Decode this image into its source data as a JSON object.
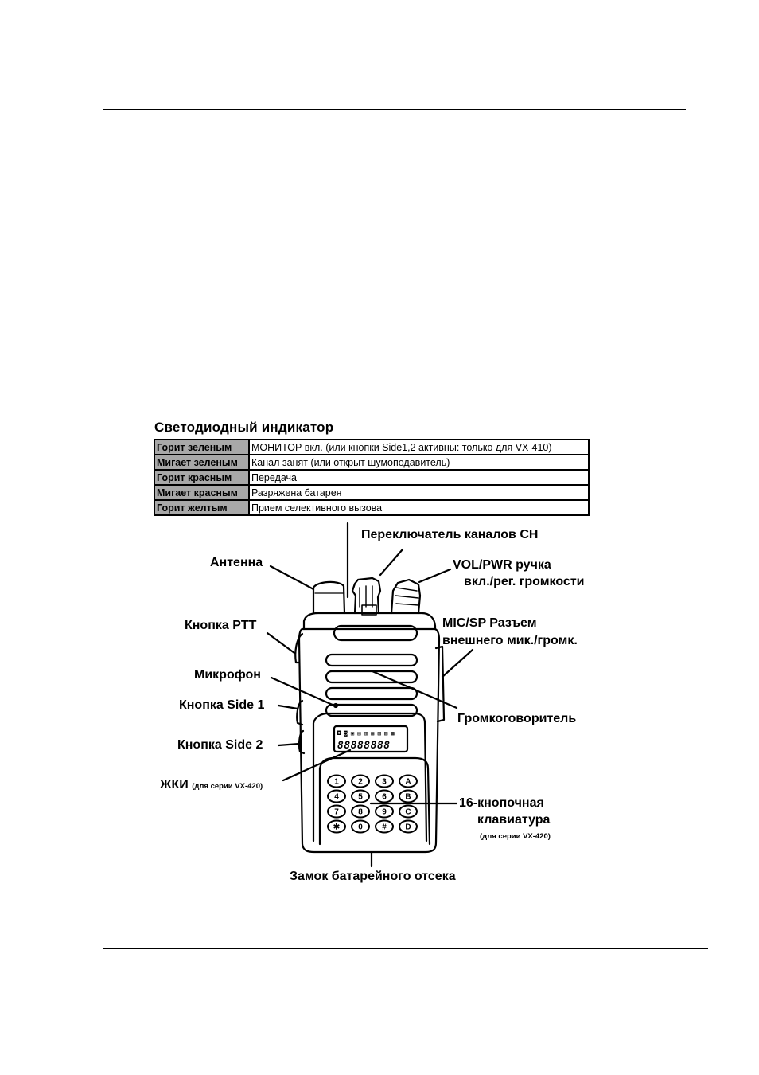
{
  "led_section": {
    "title": "Светодиодный индикатор",
    "rows": [
      {
        "state": "Горит зеленым",
        "meaning": "МОНИТОР вкл. (или кнопки Side1,2 активны: только для VX-410)"
      },
      {
        "state": "Мигает зеленым",
        "meaning": "Канал занят (или открыт шумоподавитель)"
      },
      {
        "state": "Горит красным",
        "meaning": "Передача"
      },
      {
        "state": "Мигает красным",
        "meaning": "Разряжена батарея"
      },
      {
        "state": "Горит желтым",
        "meaning": "Прием селективного вызова"
      }
    ]
  },
  "labels": {
    "channel_switch": "Переключатель каналов CH",
    "antenna": "Антенна",
    "vol_pwr_1": "VOL/PWR ручка",
    "vol_pwr_2": "вкл./рег. громкости",
    "ptt": "Кнопка PTT",
    "mic_sp_1": "MIC/SP Разъем",
    "mic_sp_2": "внешнего мик./громк.",
    "microphone": "Микрофон",
    "side1": "Кнопка Side 1",
    "side2": "Кнопка Side 2",
    "speaker": "Громкоговоритель",
    "lcd": "ЖКИ",
    "lcd_note": "(для серии VX-420)",
    "keypad_1": "16-кнопочная",
    "keypad_2": "клавиатура",
    "keypad_note": "(для серии VX-420)",
    "battery_lock": "Замок батарейного отсека"
  },
  "lcd_display": {
    "top_row": "◘ ◙ ▣ ▤ ▥ ▦ ▧ ▨ ▩",
    "digits": "88888888"
  },
  "keypad": [
    [
      "1",
      "2",
      "3",
      "A"
    ],
    [
      "4",
      "5",
      "6",
      "B"
    ],
    [
      "7",
      "8",
      "9",
      "C"
    ],
    [
      "✱",
      "0",
      "#",
      "D"
    ]
  ]
}
